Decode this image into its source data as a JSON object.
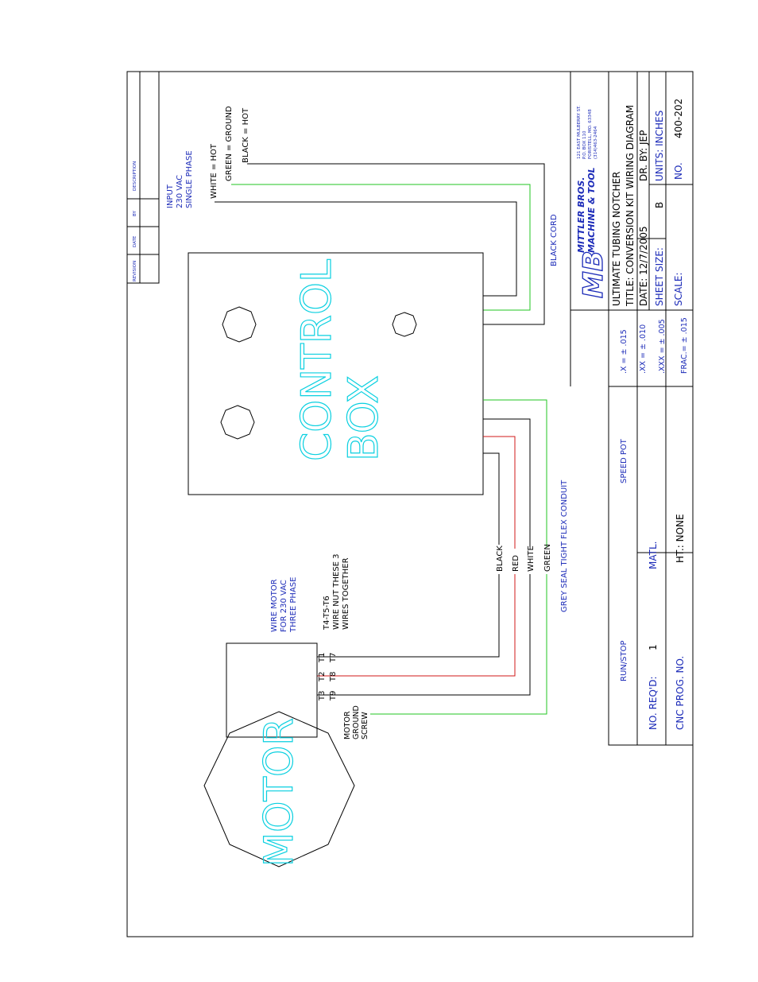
{
  "revision_block": {
    "headers": [
      "REVISION",
      "DATE",
      "BY",
      "DESCRIPTION"
    ]
  },
  "input": {
    "label": [
      "INPUT",
      "230 VAC",
      "SINGLE PHASE"
    ],
    "wires": [
      "WHITE = HOT",
      "GREEN = GROUND",
      "BLACK = HOT"
    ],
    "cord": "BLACK CORD"
  },
  "control_box": {
    "label_line1": "CONTROL",
    "label_line2": "BOX"
  },
  "conduit": {
    "wire_labels": [
      "BLACK",
      "RED",
      "WHITE",
      "GREEN"
    ],
    "label": "GREY SEAL TIGHT FLEX CONDUIT"
  },
  "motor": {
    "label": "MOTOR",
    "wire_motor_note": [
      "WIRE MOTOR",
      "FOR 230 VAC",
      "THREE PHASE"
    ],
    "wire_nut_note": [
      "T4-T5-T6",
      "WIRE NUT THESE 3",
      "WIRES TOGETHER"
    ],
    "terminals": [
      {
        "a": "T1",
        "b": "T7"
      },
      {
        "a": "T2",
        "b": "T8"
      },
      {
        "a": "T3",
        "b": "T9"
      }
    ],
    "ground_note": [
      "MOTOR",
      "GROUND",
      "SCREW"
    ]
  },
  "control_labels": {
    "speed_pot": "SPEED POT",
    "run_stop": "RUN/STOP"
  },
  "company": {
    "logo": "MB",
    "name_line1": "MITTLER BROS.",
    "name_line2": "MACHINE & TOOL",
    "address": [
      "121 EAST MULBERRY ST.",
      "P.O. BOX 110",
      "FORISTELL, MO. 63348",
      "(314)463-2464"
    ]
  },
  "title_block": {
    "product": "ULTIMATE TUBING NOTCHER",
    "title": "TITLE: CONVERSION KIT WIRING DIAGRAM",
    "date": "DATE: 12/7/2005",
    "drawn_by": "DR. BY: JEP",
    "sheet_size_label": "SHEET SIZE:",
    "sheet_size_value": "B",
    "units": "UNITS: INCHES",
    "scale": "SCALE:",
    "number_label": "NO.",
    "number_value": "400-202"
  },
  "tolerances": {
    "x": ".X    = ± .015",
    "xx": ".XX  = ± .010",
    "xxx": ".XXX = ± .005",
    "frac": "FRAC.= ± .015"
  },
  "material": {
    "matl": "MATL.",
    "ht": "HT.: NONE",
    "no_reqd_label": "NO. REQ'D:",
    "no_reqd_value": "1",
    "cnc": "CNC PROG. NO."
  },
  "colors": {
    "line": "#000000",
    "green_wire": "#22c522",
    "red_wire": "#d01818",
    "note_blue": "#1c2bb8",
    "cyan_text": "#0bd0e0"
  }
}
